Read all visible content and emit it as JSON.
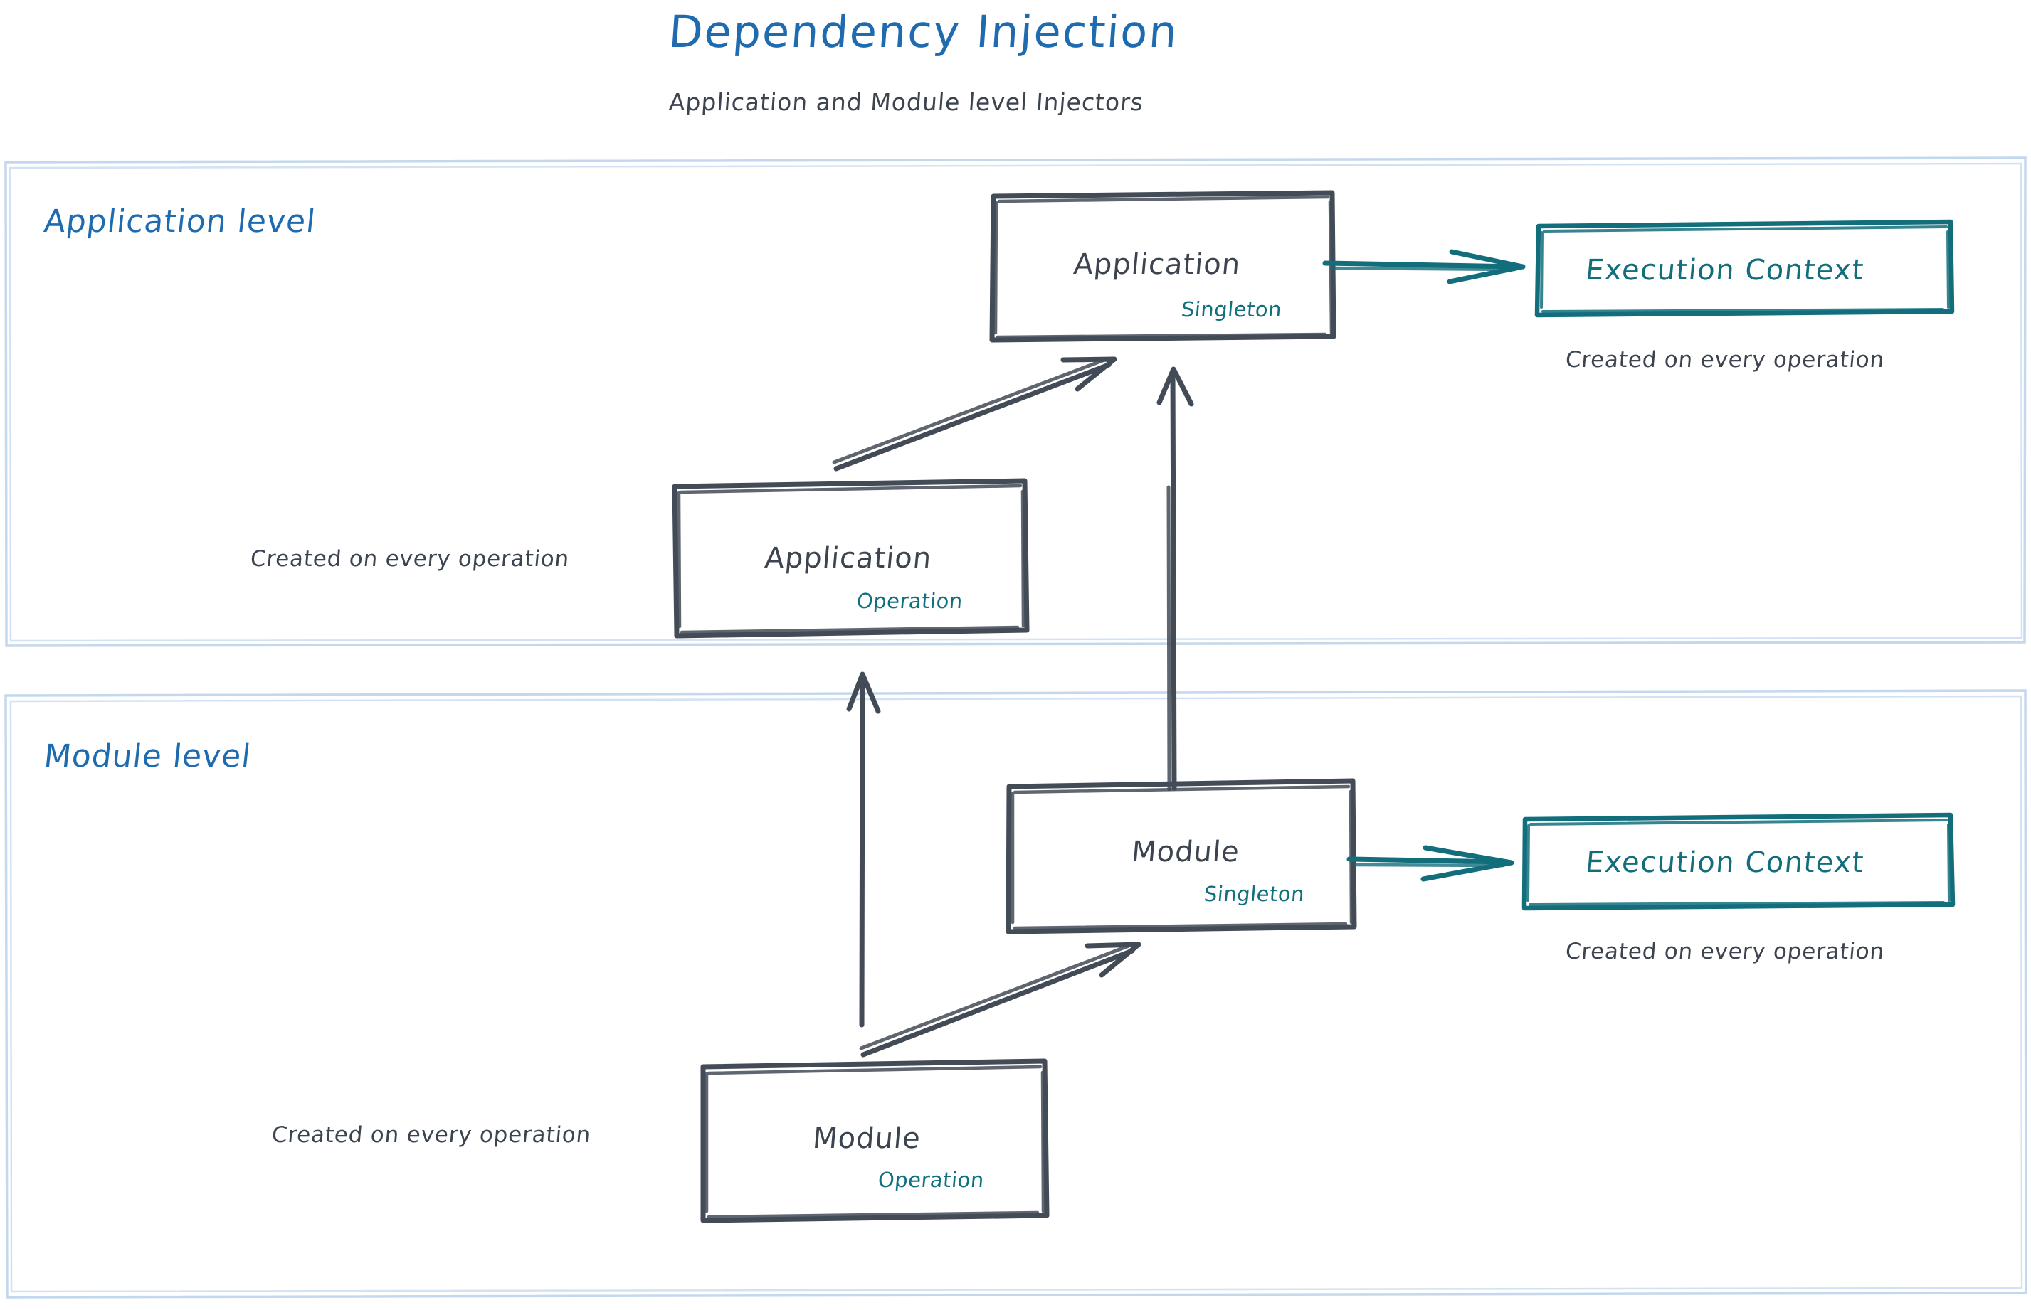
{
  "header": {
    "title": "Dependency Injection",
    "subtitle": "Application and Module level Injectors",
    "title_color": "#1f6bb0",
    "subtitle_color": "#3c4450"
  },
  "palette": {
    "ink": "#434b57",
    "blue": "#1f6bb0",
    "teal": "#136e7c",
    "panel_border": "#c3d8ed"
  },
  "sections": [
    {
      "id": "application-level",
      "label": "Application level"
    },
    {
      "id": "module-level",
      "label": "Module level"
    }
  ],
  "nodes": {
    "application_singleton": {
      "title": "Application",
      "tag": "Singleton"
    },
    "application_operation": {
      "title": "Application",
      "tag": "Operation"
    },
    "module_singleton": {
      "title": "Module",
      "tag": "Singleton"
    },
    "module_operation": {
      "title": "Module",
      "tag": "Operation"
    },
    "execution_context_app": {
      "title": "Execution Context"
    },
    "execution_context_module": {
      "title": "Execution Context"
    }
  },
  "notes": {
    "app_exec_ctx": "Created on every operation",
    "app_operation": "Created on every operation",
    "module_exec_ctx": "Created on every operation",
    "module_operation": "Created on every operation"
  },
  "edges": [
    {
      "from": "application_singleton",
      "to": "execution_context_app",
      "style": "teal-arrow"
    },
    {
      "from": "application_operation",
      "to": "application_singleton",
      "style": "ink-arrow"
    },
    {
      "from": "module_singleton",
      "to": "application_singleton",
      "style": "ink-arrow"
    },
    {
      "from": "module_operation",
      "to": "application_operation",
      "style": "ink-arrow"
    },
    {
      "from": "module_operation",
      "to": "module_singleton",
      "style": "ink-arrow"
    },
    {
      "from": "module_singleton",
      "to": "execution_context_module",
      "style": "teal-arrow"
    }
  ]
}
